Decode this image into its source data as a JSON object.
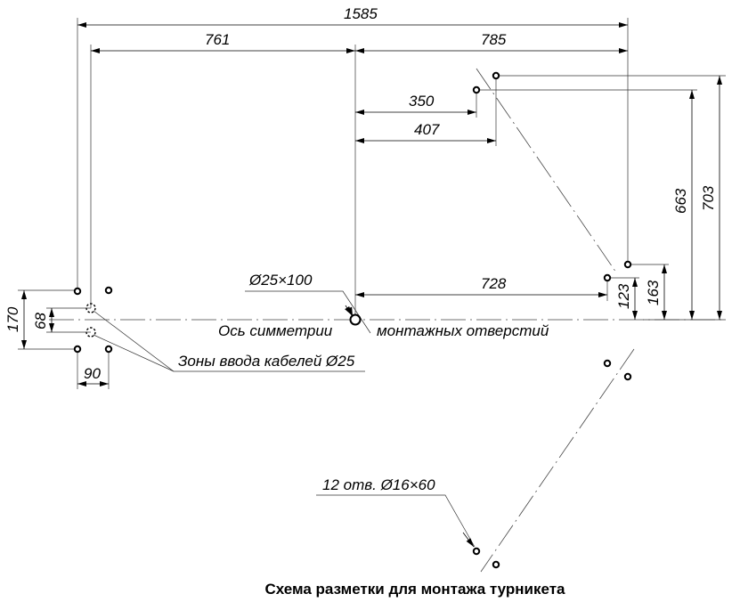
{
  "dimensions": {
    "overall_width": "1585",
    "left_to_center": "761",
    "center_to_right": "785",
    "top_inner_offset": "350",
    "top_outer_offset": "407",
    "right_inner_offset": "728",
    "height_outer_top": "703",
    "height_inner_top": "663",
    "height_outer_right": "163",
    "height_inner_right": "123",
    "left_holes_span": "170",
    "cable_zones_span": "68",
    "left_holes_width": "90"
  },
  "labels": {
    "center_hole": "Ø25×100",
    "axis_label_1": "Ось симметрии",
    "axis_label_2": "монтажных отверстий",
    "cable_zones": "Зоны ввода кабелей Ø25",
    "mount_holes": "12 отв. Ø16×60"
  },
  "title": "Схема разметки для монтажа турникета"
}
